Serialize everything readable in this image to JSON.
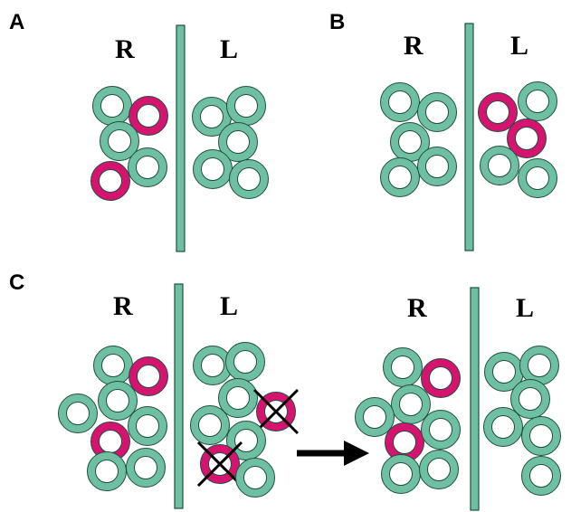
{
  "panels": [
    {
      "id": "A",
      "label": "A",
      "left_side": "R",
      "right_side": "L"
    },
    {
      "id": "B",
      "label": "B",
      "left_side": "R",
      "right_side": "L"
    },
    {
      "id": "C_before",
      "label": "C",
      "left_side": "R",
      "right_side": "L"
    },
    {
      "id": "C_after",
      "label": "",
      "left_side": "R",
      "right_side": "L"
    }
  ],
  "colors": {
    "normal_cell": "#6fbfa3",
    "highlighted_cell": "#d6136e",
    "divider": "#6fbfa3",
    "arrow": "#000000"
  },
  "legend": {
    "normal_cell_icon": "green-ring-icon",
    "highlighted_cell_icon": "pink-ring-icon",
    "removed_cell_icon": "crossed-out-icon"
  }
}
